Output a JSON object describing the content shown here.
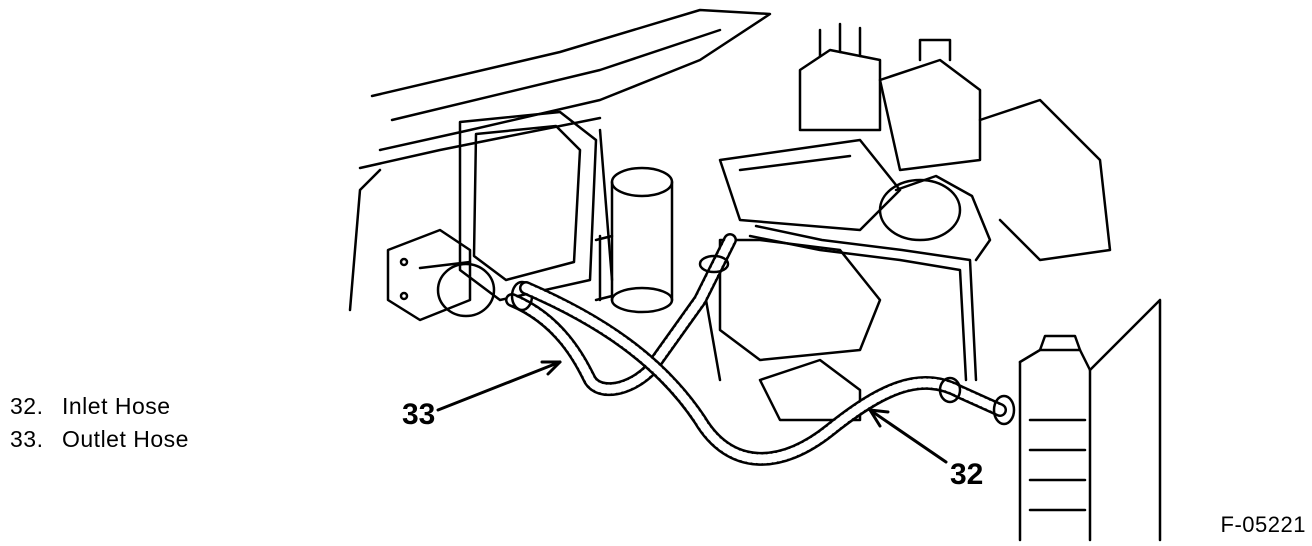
{
  "legend": {
    "items": [
      {
        "number": "32.",
        "label": "Inlet Hose"
      },
      {
        "number": "33.",
        "label": "Outlet Hose"
      }
    ]
  },
  "callouts": {
    "inlet": "32",
    "outlet": "33"
  },
  "figure_id": "F-05221",
  "colors": {
    "ink": "#000000",
    "paper": "#ffffff"
  }
}
